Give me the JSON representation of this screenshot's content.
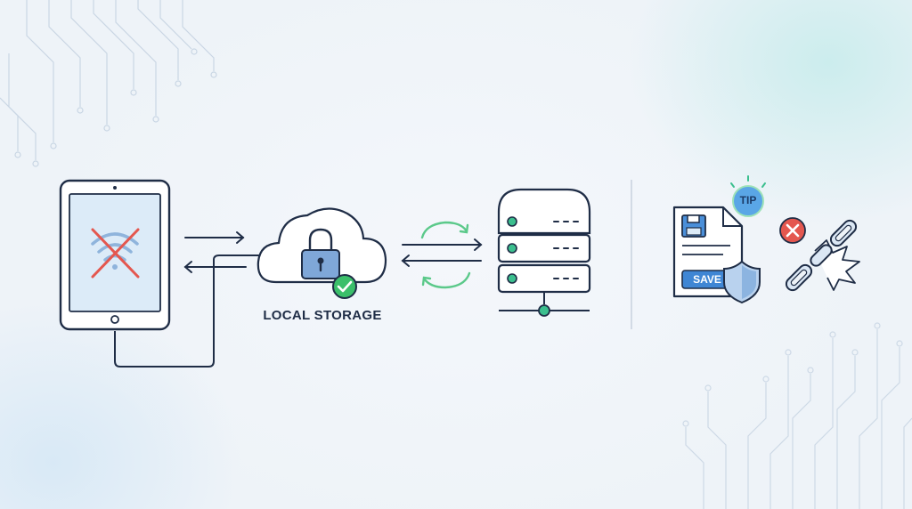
{
  "diagram": {
    "storage_label": "LOCAL STORAGE",
    "tip_label": "TIP",
    "save_label": "SAVE"
  },
  "colors": {
    "stroke": "#1f2d46",
    "device_fill": "#ffffff",
    "screen_fill": "#dcebf8",
    "accent_blue": "#3f86d4",
    "accent_green": "#3bbf6a",
    "error_red": "#e4574f",
    "sync_green": "#5bc98a"
  },
  "icons": {
    "device": "tablet-icon",
    "no_signal": "wifi-off-icon",
    "storage": "cloud-lock-icon",
    "server": "server-rack-icon",
    "sync": "sync-icon",
    "document": "save-document-icon",
    "shield": "shield-icon",
    "broken_link": "broken-link-icon"
  }
}
